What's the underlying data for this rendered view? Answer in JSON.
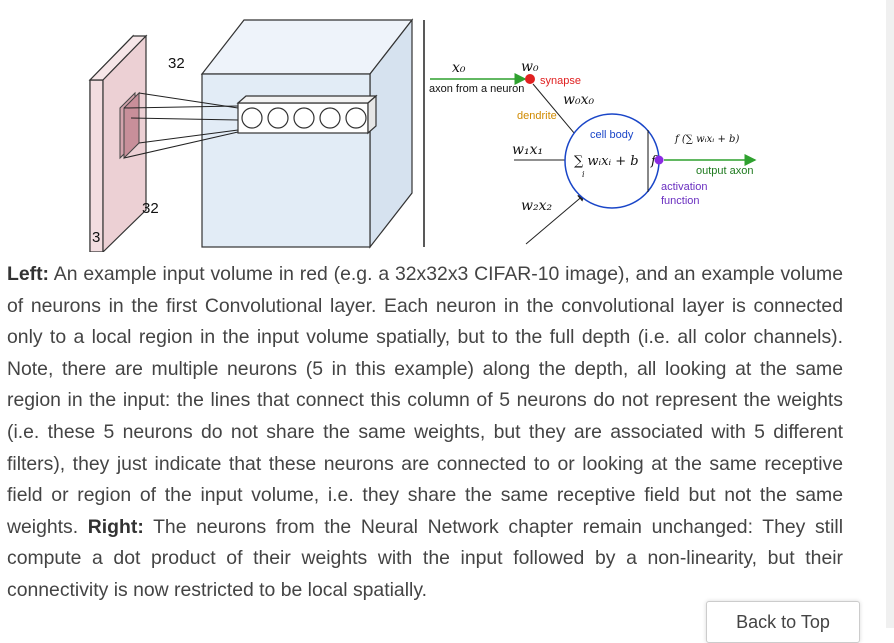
{
  "figure": {
    "left": {
      "input_width_label": "32",
      "input_height_label": "32",
      "input_depth_label": "3"
    },
    "right": {
      "x0": "x₀",
      "w0": "w₀",
      "synapse": "synapse",
      "axon_from_neuron": "axon from a neuron",
      "w0x0": "w₀x₀",
      "dendrite": "dendrite",
      "w1x1": "w₁x₁",
      "cell_body": "cell body",
      "sum_expr": "∑ wᵢxᵢ + b",
      "sum_index": "i",
      "f": "f",
      "activation_expr": "f (∑ wᵢxᵢ + b)",
      "output_axon": "output axon",
      "activation_function_line1": "activation",
      "activation_function_line2": "function",
      "w2x2": "w₂x₂"
    }
  },
  "caption": {
    "left_label": "Left:",
    "left_text": " An example input volume in red (e.g. a 32x32x3 CIFAR-10 image), and an example volume of neurons in the first Convolutional layer. Each neuron in the convolutional layer is connected only to a local region in the input volume spatially, but to the full depth (i.e. all color channels). Note, there are multiple neurons (5 in this example) along the depth, all looking at the same region in the input: the lines that connect this column of 5 neurons do not represent the weights (i.e. these 5 neurons do not share the same weights, but they are associated with 5 different filters), they just indicate that these neurons are connected to or looking at the same receptive field or region of the input volume, i.e. they share the same receptive field but not the same weights.",
    "right_label": "Right:",
    "right_text": " The neurons from the Neural Network chapter remain unchanged: They still compute a dot product of their weights with the input followed by a non-linearity, but their connectivity is now restricted to be local spatially."
  },
  "back_to_top": "Back to Top",
  "colors": {
    "input_volume": "#ecd0d4",
    "conv_volume": "#e2ecf6",
    "synapse_dot": "#e02020",
    "activation_dot": "#8a2be2",
    "arrow_green": "#2fa12f",
    "dendrite_text": "#d08a00",
    "cell_body_text": "#1a46c8",
    "output_axon_text": "#1e7a1e",
    "activation_text": "#6a2fc0",
    "cell_circle": "#1a46c8"
  }
}
